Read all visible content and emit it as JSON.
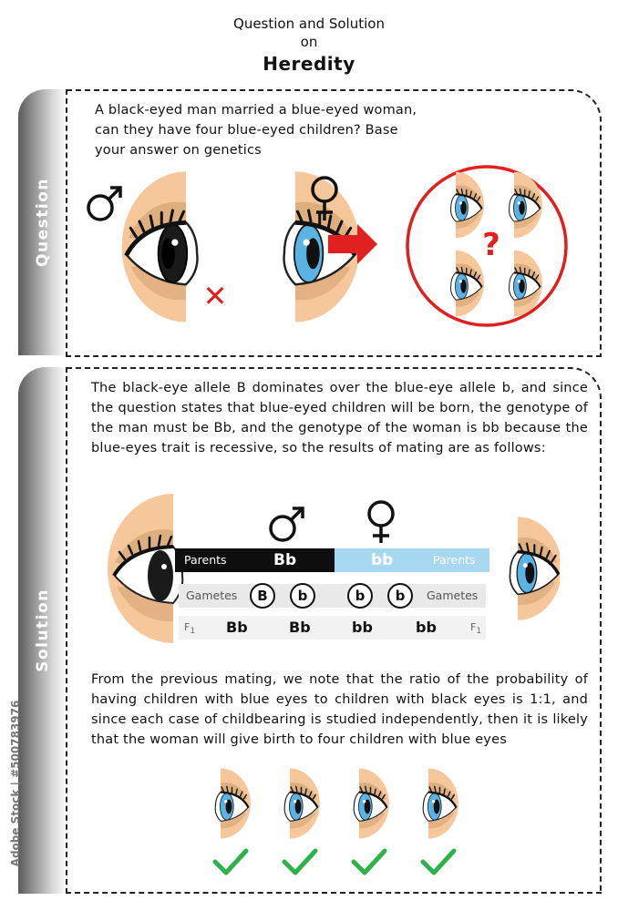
{
  "header": {
    "line1": "Question and Solution",
    "line2": "on",
    "title": "Heredity"
  },
  "question": {
    "tab": "Question",
    "text": "A black-eyed man married a blue-eyed woman, can they have four blue-eyed children? Base your answer on genetics",
    "cross_mark": "✕",
    "question_mark": "?"
  },
  "solution": {
    "tab": "Solution",
    "text1": "The black-eye allele B dominates over the blue-eye allele b, and since the question states that blue-eyed children will be born, the genotype of the man must be Bb, and the genotype of the woman is bb because the blue-eyes trait is recessive, so the results of mating are as follows:",
    "punnett": {
      "parents_label": "Parents",
      "father_genotype": "Bb",
      "mother_genotype": "bb",
      "gametes_label": "Gametes",
      "gametes": [
        "B",
        "b",
        "b",
        "b"
      ],
      "f1_label": "F",
      "f1_sub": "1",
      "f1": [
        "Bb",
        "Bb",
        "bb",
        "bb"
      ]
    },
    "text2": "From the previous mating, we note that the ratio of the probability of having children with blue eyes to children with black eyes is 1:1, and since each case of childbearing is studied independently, then it is likely that the woman will give birth to four children with blue eyes"
  },
  "watermark": "Adobe Stock | #500783976",
  "colors": {
    "skin": "#F6C79A",
    "shadow": "#C99A6A",
    "blue_iris": "#5BB3E3",
    "black_iris": "#1a1a1a",
    "red": "#E0201F",
    "green": "#2DB34A",
    "blue_bar": "#A7D8F2"
  }
}
